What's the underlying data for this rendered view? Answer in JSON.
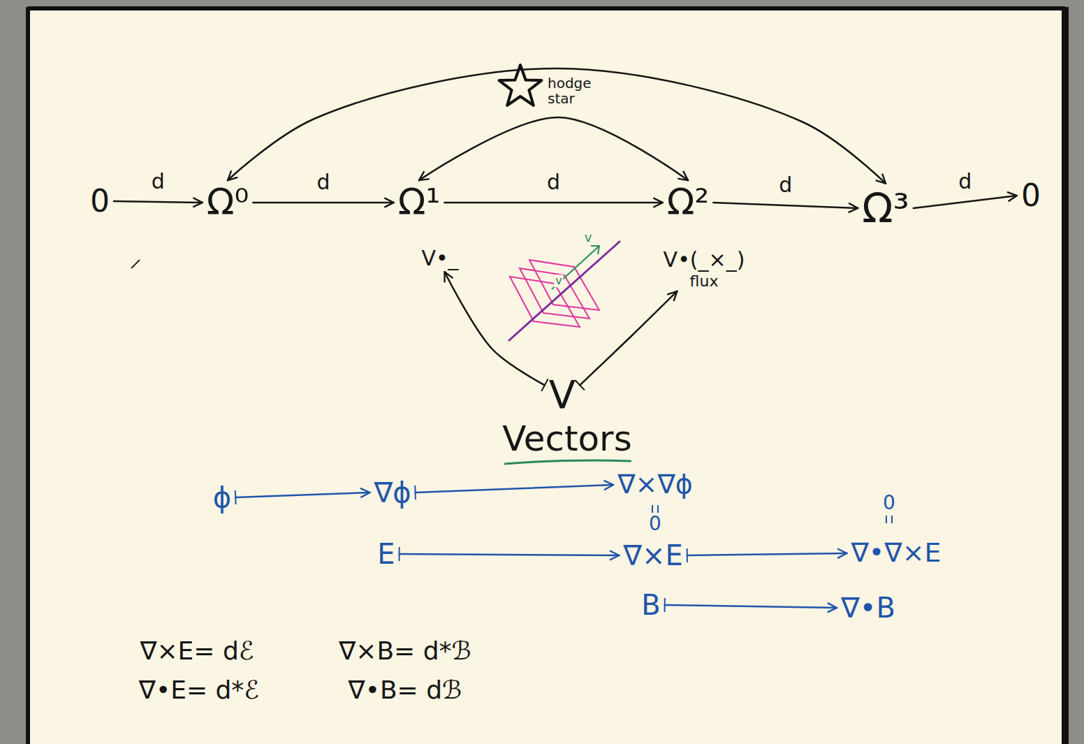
{
  "diagram": {
    "nodes": [
      {
        "text": [
          "0"
        ]
      },
      {
        "text": [
          "Ω⁰"
        ]
      },
      {
        "text": [
          "Ω¹"
        ]
      },
      {
        "text": [
          "Ω²"
        ]
      },
      {
        "text": [
          "Ω³"
        ]
      },
      {
        "text": [
          "0"
        ]
      },
      {
        "text": [
          "V•_"
        ]
      },
      {
        "text": [
          "V•(_×_)",
          "flux"
        ]
      },
      {
        "text": [
          "V"
        ]
      },
      {
        "text": [
          "ϕ"
        ]
      },
      {
        "text": [
          "∇ϕ"
        ]
      },
      {
        "text": [
          "∇×∇ϕ"
        ]
      },
      {
        "text": [
          "E"
        ]
      },
      {
        "text": [
          "∇×E"
        ]
      },
      {
        "text": [
          "∇•∇×E"
        ]
      },
      {
        "text": [
          "B"
        ]
      },
      {
        "text": [
          "∇•B"
        ]
      }
    ],
    "edges": [
      {
        "from": 0,
        "to": 1,
        "arrow": "to",
        "label": "d"
      },
      {
        "from": 1,
        "to": 2,
        "arrow": "to",
        "label": "d"
      },
      {
        "from": 2,
        "to": 3,
        "arrow": "to",
        "label": "d"
      },
      {
        "from": 3,
        "to": 4,
        "arrow": "to",
        "label": "d"
      },
      {
        "from": 4,
        "to": 5,
        "arrow": "to",
        "label": "d"
      },
      {
        "from": 4,
        "to": 1,
        "arrow": "both"
      },
      {
        "from": 2,
        "to": 3,
        "arrow": "both"
      },
      {
        "from": 8,
        "to": 6,
        "arrow": "to"
      },
      {
        "from": 8,
        "to": 7,
        "arrow": "to"
      },
      {
        "from": 9,
        "to": 10,
        "arrow": "to"
      },
      {
        "from": 10,
        "to": 11,
        "arrow": "to"
      },
      {
        "from": 12,
        "to": 13,
        "arrow": "to"
      },
      {
        "from": 13,
        "to": 14,
        "arrow": "to"
      },
      {
        "from": 15,
        "to": 16,
        "arrow": "to"
      }
    ],
    "labels": [
      "hodge star",
      "v",
      "v",
      "Vectors",
      "0",
      "0",
      "∇×E= dℰ",
      "∇•E= d*ℰ",
      "∇×B= d*ℬ",
      "∇•B= dℬ"
    ]
  }
}
